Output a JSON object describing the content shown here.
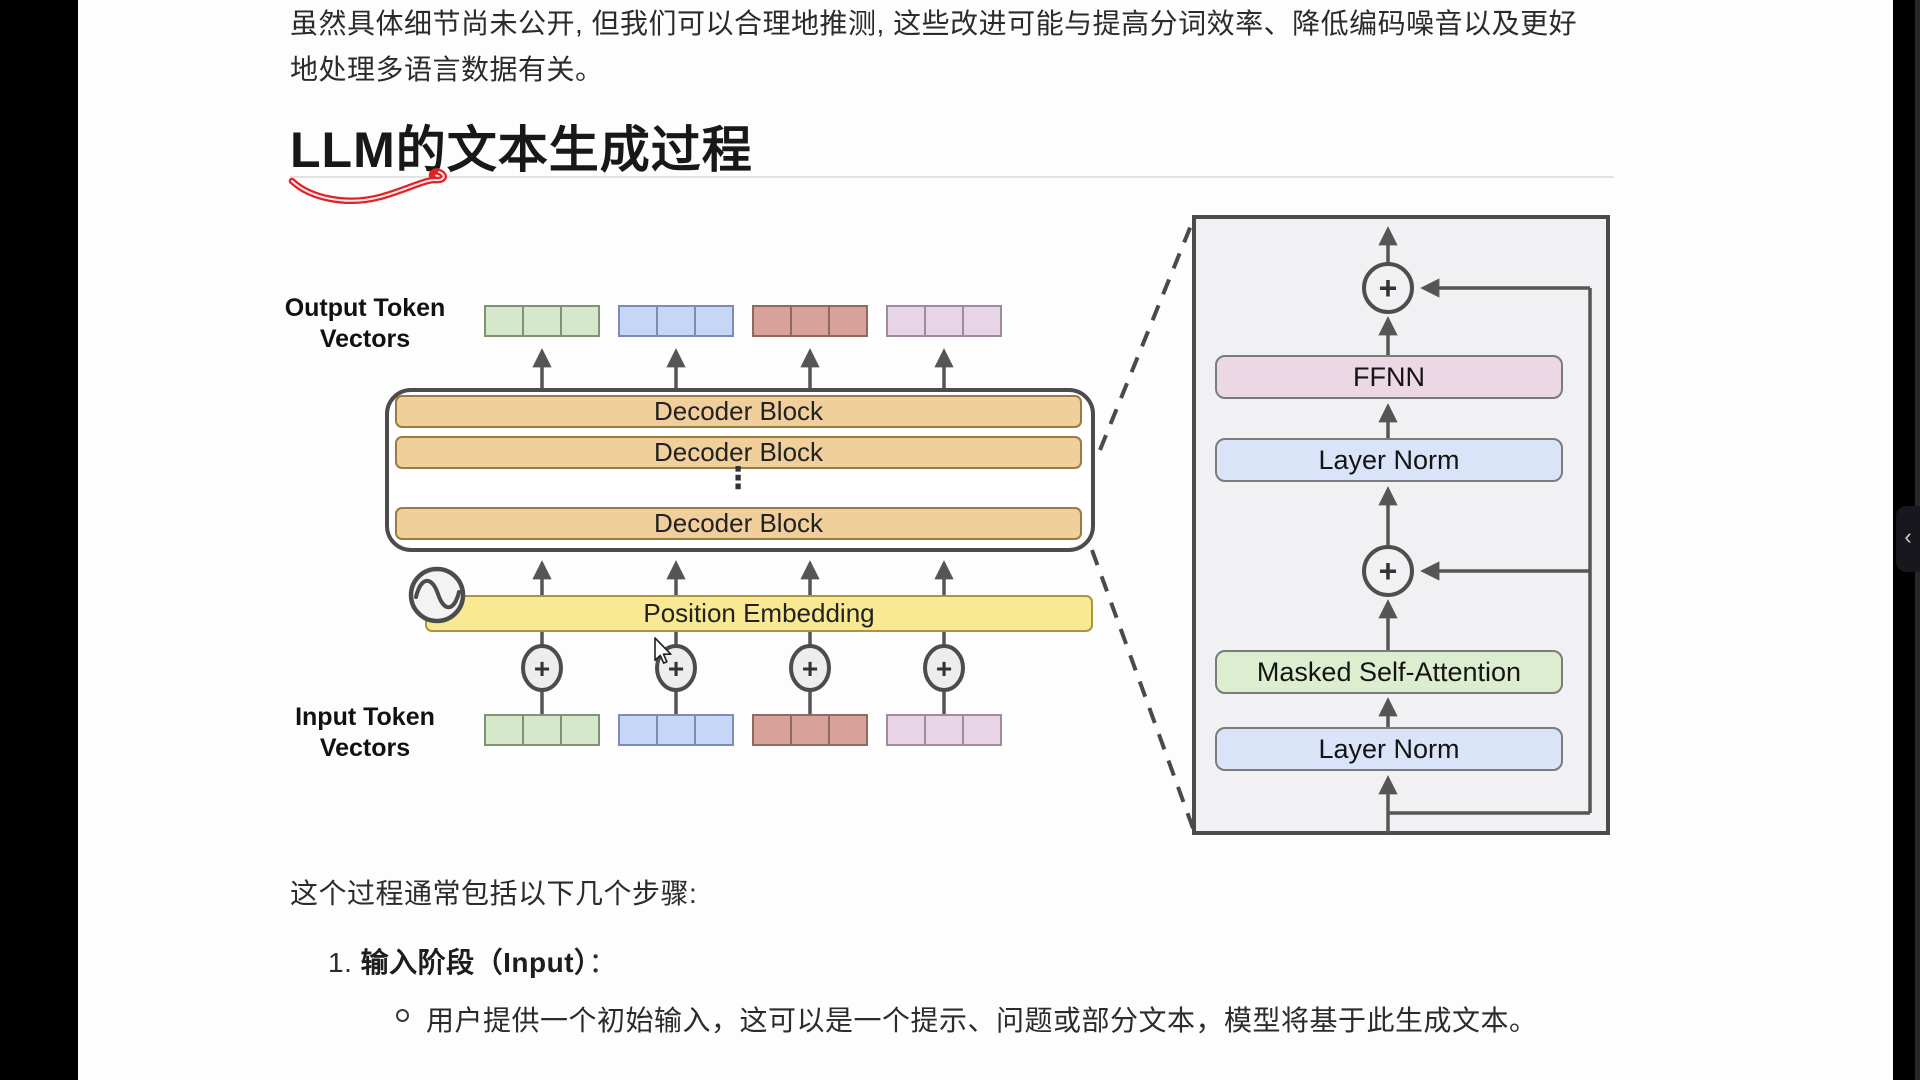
{
  "colors": {
    "page_background": "#000000",
    "content_background": "#fdfdfd",
    "token_green": "#d6e8cb",
    "token_blue": "#c5d6f7",
    "token_red": "#d8a29a",
    "token_pink": "#e8d4e7",
    "decoder_bar": "#f0cf9d",
    "position_bar": "#f8e992",
    "ffnn_box": "#ebd8e4",
    "layer_norm_box": "#d9e4f8",
    "masked_attention_box": "#ddedd0",
    "annotation_red": "#e02228",
    "line_gray": "#555555"
  },
  "intro": {
    "line1": "虽然具体细节尚未公开, 但我们可以合理地推测, 这些改进可能与提高分词效率、降低编码噪音以及更好",
    "line2": "地处理多语言数据有关。"
  },
  "heading": {
    "title": "LLM的文本生成过程"
  },
  "diagram": {
    "output_label": {
      "line1": "Output Token",
      "line2": "Vectors"
    },
    "input_label": {
      "line1": "Input Token",
      "line2": "Vectors"
    },
    "decoder_blocks": [
      "Decoder Block",
      "Decoder Block",
      "Decoder Block"
    ],
    "dots": "⋮",
    "position_embedding": "Position Embedding",
    "plus_sign": "+",
    "panel": {
      "ffnn": "FFNN",
      "layer_norm_upper": "Layer Norm",
      "masked_self_attention": "Masked Self-Attention",
      "layer_norm_lower": "Layer Norm"
    }
  },
  "body": {
    "steps_intro": "这个过程通常包括以下几个步骤:",
    "step1_number": "1.",
    "step1_title": "输入阶段（Input）",
    "step1_colon": "：",
    "step1_bullet": "用户提供一个初始输入，这可以是一个提示、问题或部分文本，模型将基于此生成文本。"
  },
  "side_handle": {
    "chevron": "‹"
  }
}
